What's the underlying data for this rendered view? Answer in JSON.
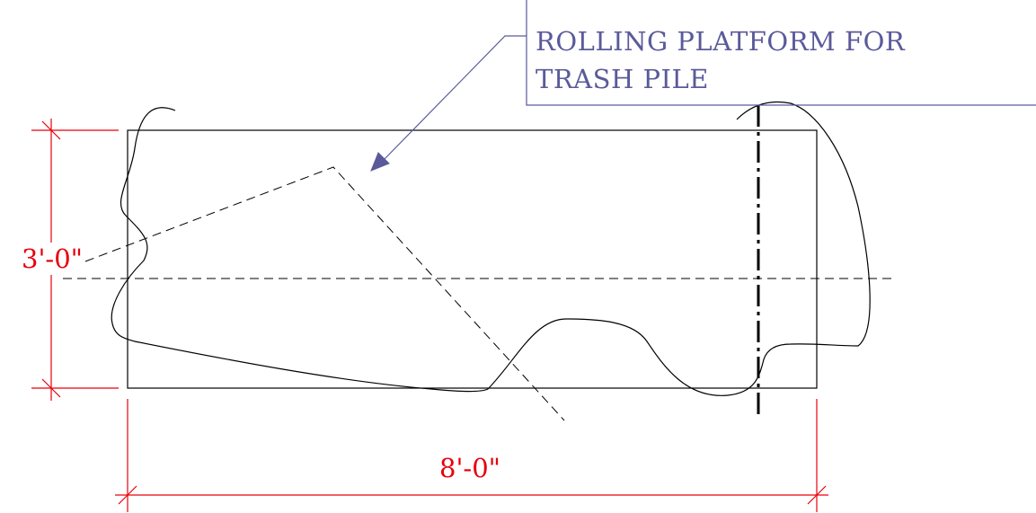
{
  "callout": {
    "line1": "ROLLING PLATFORM FOR",
    "line2": "TRASH PILE"
  },
  "dimensions": {
    "height": "3'-0\"",
    "width": "8'-0\""
  },
  "colors": {
    "dimension": "#e8000b",
    "callout": "#5a5a9a",
    "linework": "#000000"
  }
}
